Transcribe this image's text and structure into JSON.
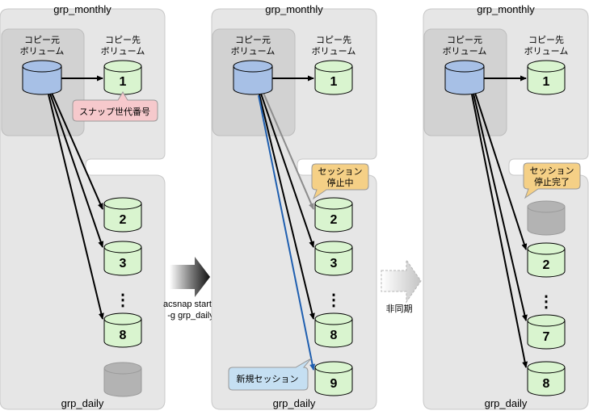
{
  "panels": [
    {
      "group_top": "grp_monthly",
      "group_bottom": "grp_daily",
      "source_label": [
        "コピー元",
        "ボリューム"
      ],
      "dest_label": [
        "コピー先",
        "ボリューム"
      ],
      "monthly_gen": "1",
      "daily_gens": [
        "2",
        "3",
        "⋮",
        "8"
      ],
      "callout": "スナップ世代番号"
    },
    {
      "group_top": "grp_monthly",
      "group_bottom": "grp_daily",
      "source_label": [
        "コピー元",
        "ボリューム"
      ],
      "dest_label": [
        "コピー先",
        "ボリューム"
      ],
      "monthly_gen": "1",
      "daily_gens": [
        "2",
        "3",
        "⋮",
        "8",
        "9"
      ],
      "callout_session": [
        "セッション",
        "停止中"
      ],
      "callout_new": "新規セッション"
    },
    {
      "group_top": "grp_monthly",
      "group_bottom": "grp_daily",
      "source_label": [
        "コピー元",
        "ボリューム"
      ],
      "dest_label": [
        "コピー先",
        "ボリューム"
      ],
      "monthly_gen": "1",
      "daily_gens": [
        "2",
        "⋮",
        "7",
        "8"
      ],
      "callout_session": [
        "セッション",
        "停止完了"
      ]
    }
  ],
  "arrow1_label": [
    "acsnap start",
    "-g grp_daily"
  ],
  "arrow2_label": "非同期",
  "colors": {
    "group_fill": "#e6e6e6",
    "group_stroke": "#bfbfbf",
    "source_fill": "#a7c0e6",
    "dest_fill": "#d9f4cf",
    "stopped_fill": "#b3b3b3",
    "callout_pink": "#f6c9cc",
    "callout_orange": "#f5d086",
    "callout_blue": "#c5dff2",
    "new_arrow": "#1f5fb0",
    "stopped_arrow": "#8c8c8c"
  }
}
